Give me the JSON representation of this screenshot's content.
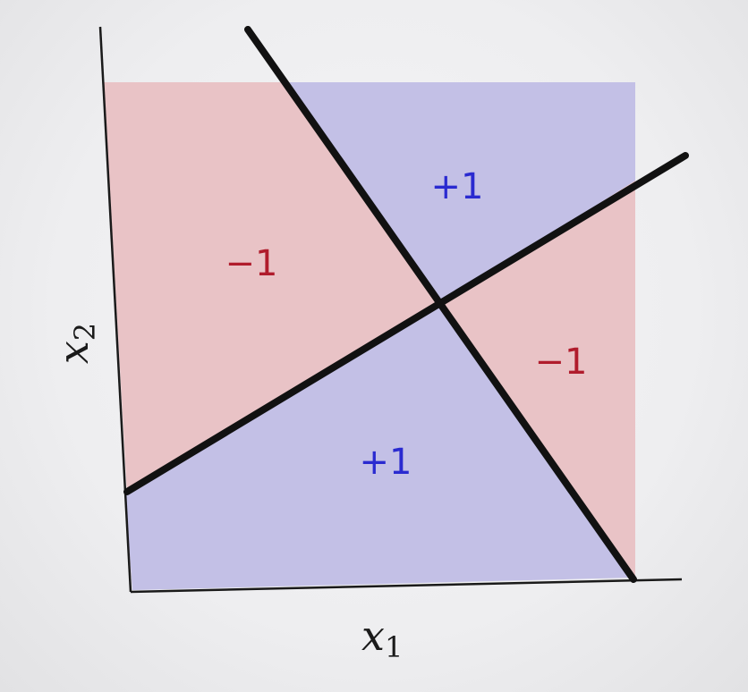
{
  "axes": {
    "x_label": "x",
    "x_subscript": "1",
    "y_label": "x",
    "y_subscript": "2"
  },
  "regions": [
    {
      "id": "top",
      "label": "+1",
      "class": "positive"
    },
    {
      "id": "left",
      "label": "−1",
      "class": "negative"
    },
    {
      "id": "right",
      "label": "−1",
      "class": "negative"
    },
    {
      "id": "bottom",
      "label": "+1",
      "class": "positive"
    }
  ],
  "colors": {
    "positive_fill": "#c3c0e6",
    "negative_fill": "#e9c3c6",
    "positive_text": "#2a2ad0",
    "negative_text": "#b01c2c",
    "line": "#111111",
    "axis": "#1a1a1a"
  }
}
